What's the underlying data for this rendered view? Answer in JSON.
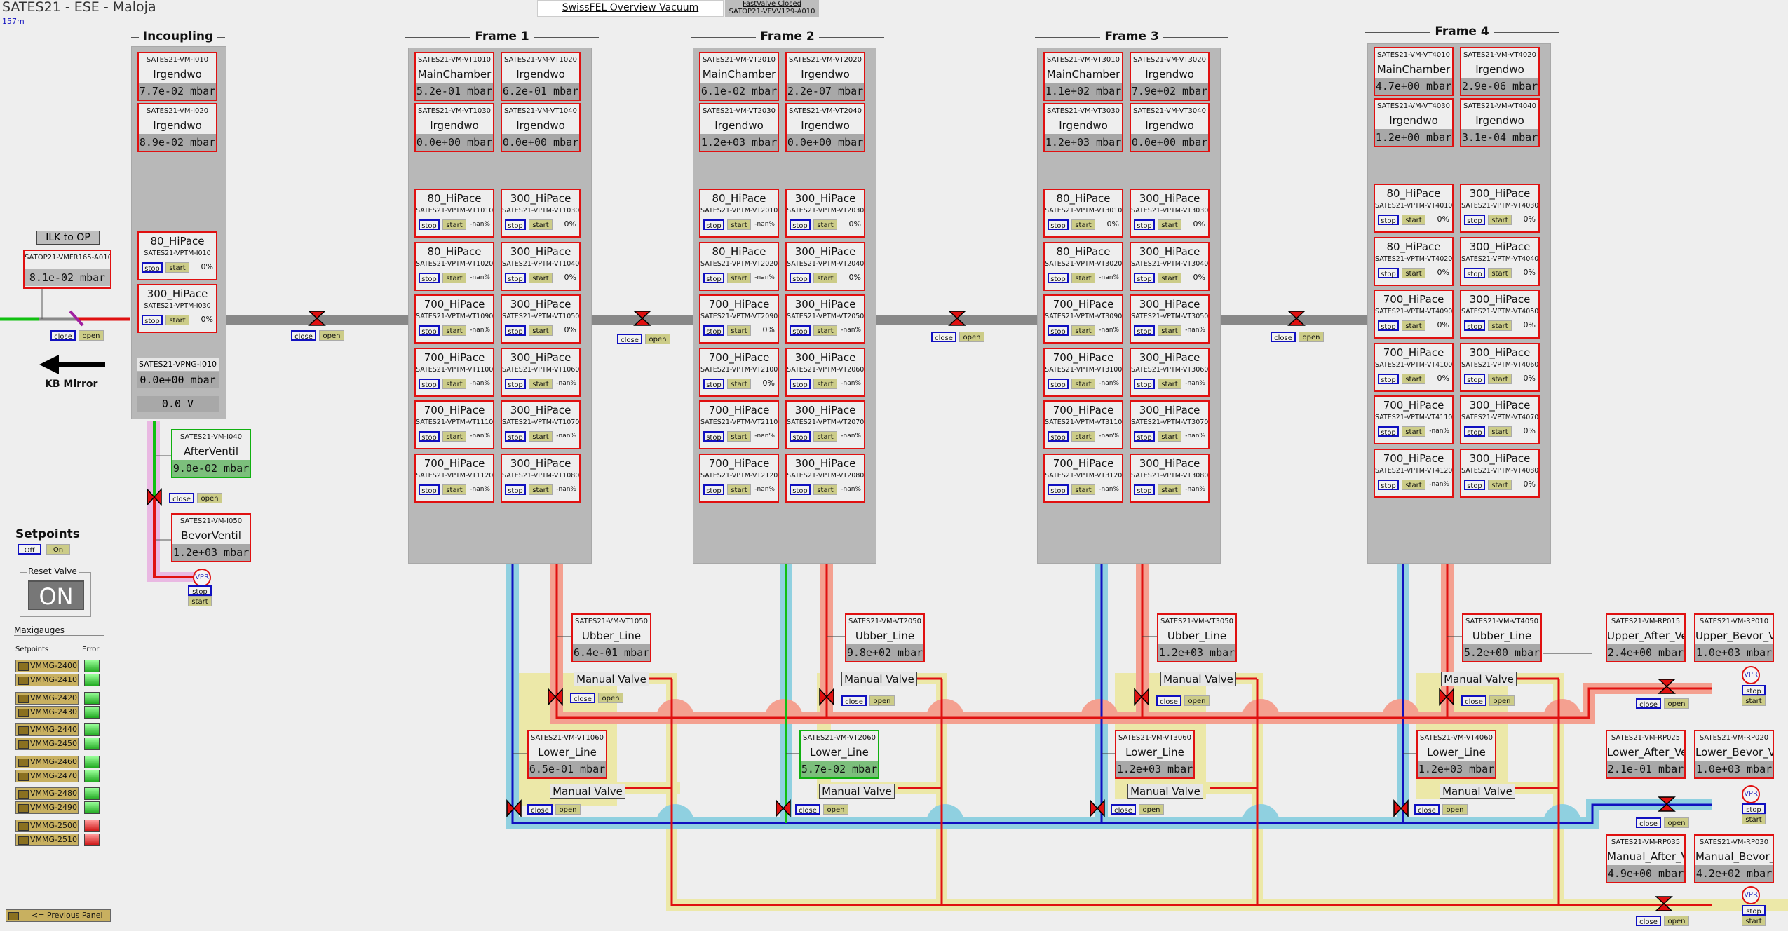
{
  "header": {
    "title": "SATES21 - ESE - Maloja",
    "subtitle": "157m",
    "overview_link": "SwissFEL Overview Vacuum",
    "fastvalve_status": "FastValve Closed",
    "fastvalve_id": "SATOP21-VFVV129-A010"
  },
  "sections": {
    "incoupling": "Incoupling",
    "frame1": "Frame 1",
    "frame2": "Frame 2",
    "frame3": "Frame 3",
    "frame4": "Frame 4"
  },
  "left": {
    "ilk_label": "ILK to OP",
    "satop_gauge": {
      "id": "SATOP21-VMFR165-A010",
      "value": "8.1e-02 mbar"
    },
    "kb_mirror": "KB Mirror",
    "setpoints_title": "Setpoints",
    "setpoints_off": "Off",
    "setpoints_on": "On",
    "reset_valve": "Reset Valve",
    "reset_value": "ON",
    "maxigauges_title": "Maxigauges",
    "col_setpoints": "Setpoints",
    "col_error": "Error",
    "previous_panel": "<= Previous Panel",
    "maxigauges": [
      "VMMG-2400",
      "VMMG-2410",
      "VMMG-2420",
      "VMMG-2430",
      "VMMG-2440",
      "VMMG-2450",
      "VMMG-2460",
      "VMMG-2470",
      "VMMG-2480",
      "VMMG-2490",
      "VMMG-2500",
      "VMMG-2510"
    ],
    "error_states": [
      "ok",
      "ok",
      "ok",
      "ok",
      "ok",
      "error"
    ]
  },
  "buttons": {
    "close": "close",
    "open": "open",
    "stop": "stop",
    "start": "start",
    "vpr": "VPR"
  },
  "incoupling": {
    "gauges": [
      {
        "id": "SATES21-VM-I010",
        "name": "Irgendwo",
        "value": "7.7e-02 mbar"
      },
      {
        "id": "SATES21-VM-I020",
        "name": "Irgendwo",
        "value": "8.9e-02 mbar"
      }
    ],
    "pumps": [
      {
        "name": "80_HiPace",
        "id": "SATES21-VPTM-I010",
        "pct": "0%"
      },
      {
        "name": "300_HiPace",
        "id": "SATES21-VPTM-I030",
        "pct": "0%"
      }
    ],
    "vpng": {
      "id": "SATES21-VPNG-I010",
      "value": "0.0e+00 mbar",
      "voltage": "0.0 V"
    },
    "afterventil": {
      "id": "SATES21-VM-I040",
      "name": "AfterVentil",
      "value": "9.0e-02 mbar"
    },
    "bevorventil": {
      "id": "SATES21-VM-I050",
      "name": "BevorVentil",
      "value": "1.2e+03 mbar"
    }
  },
  "frames": [
    {
      "gauges": [
        {
          "id": "SATES21-VM-VT1010",
          "name": "MainChamber",
          "value": "5.2e-01 mbar"
        },
        {
          "id": "SATES21-VM-VT1020",
          "name": "Irgendwo",
          "value": "6.2e-01 mbar"
        },
        {
          "id": "SATES21-VM-VT1030",
          "name": "Irgendwo",
          "value": "0.0e+00 mbar"
        },
        {
          "id": "SATES21-VM-VT1040",
          "name": "Irgendwo",
          "value": "0.0e+00 mbar"
        }
      ],
      "pumps": [
        {
          "name": "80_HiPace",
          "id": "SATES21-VPTM-VT1010",
          "pct": "-nan%"
        },
        {
          "name": "300_HiPace",
          "id": "SATES21-VPTM-VT1030",
          "pct": "0%"
        },
        {
          "name": "80_HiPace",
          "id": "SATES21-VPTM-VT1020",
          "pct": "-nan%"
        },
        {
          "name": "300_HiPace",
          "id": "SATES21-VPTM-VT1040",
          "pct": "0%"
        },
        {
          "name": "700_HiPace",
          "id": "SATES21-VPTM-VT1090",
          "pct": "-nan%"
        },
        {
          "name": "300_HiPace",
          "id": "SATES21-VPTM-VT1050",
          "pct": "0%"
        },
        {
          "name": "700_HiPace",
          "id": "SATES21-VPTM-VT1100",
          "pct": "-nan%"
        },
        {
          "name": "300_HiPace",
          "id": "SATES21-VPTM-VT1060",
          "pct": "-nan%"
        },
        {
          "name": "700_HiPace",
          "id": "SATES21-VPTM-VT1110",
          "pct": "-nan%"
        },
        {
          "name": "300_HiPace",
          "id": "SATES21-VPTM-VT1070",
          "pct": "-nan%"
        },
        {
          "name": "700_HiPace",
          "id": "SATES21-VPTM-VT1120",
          "pct": "-nan%"
        },
        {
          "name": "300_HiPace",
          "id": "SATES21-VPTM-VT1080",
          "pct": "-nan%"
        }
      ]
    },
    {
      "gauges": [
        {
          "id": "SATES21-VM-VT2010",
          "name": "MainChamber",
          "value": "6.1e-02 mbar"
        },
        {
          "id": "SATES21-VM-VT2020",
          "name": "Irgendwo",
          "value": "2.2e-07 mbar"
        },
        {
          "id": "SATES21-VM-VT2030",
          "name": "Irgendwo",
          "value": "1.2e+03 mbar"
        },
        {
          "id": "SATES21-VM-VT2040",
          "name": "Irgendwo",
          "value": "0.0e+00 mbar"
        }
      ],
      "pumps": [
        {
          "name": "80_HiPace",
          "id": "SATES21-VPTM-VT2010",
          "pct": "-nan%"
        },
        {
          "name": "300_HiPace",
          "id": "SATES21-VPTM-VT2030",
          "pct": "0%"
        },
        {
          "name": "80_HiPace",
          "id": "SATES21-VPTM-VT2020",
          "pct": "-nan%"
        },
        {
          "name": "300_HiPace",
          "id": "SATES21-VPTM-VT2040",
          "pct": "0%"
        },
        {
          "name": "700_HiPace",
          "id": "SATES21-VPTM-VT2090",
          "pct": "0%"
        },
        {
          "name": "300_HiPace",
          "id": "SATES21-VPTM-VT2050",
          "pct": "-nan%"
        },
        {
          "name": "700_HiPace",
          "id": "SATES21-VPTM-VT2100",
          "pct": "0%"
        },
        {
          "name": "300_HiPace",
          "id": "SATES21-VPTM-VT2060",
          "pct": "-nan%"
        },
        {
          "name": "700_HiPace",
          "id": "SATES21-VPTM-VT2110",
          "pct": "-nan%"
        },
        {
          "name": "300_HiPace",
          "id": "SATES21-VPTM-VT2070",
          "pct": "-nan%"
        },
        {
          "name": "700_HiPace",
          "id": "SATES21-VPTM-VT2120",
          "pct": "-nan%"
        },
        {
          "name": "300_HiPace",
          "id": "SATES21-VPTM-VT2080",
          "pct": "-nan%"
        }
      ]
    },
    {
      "gauges": [
        {
          "id": "SATES21-VM-VT3010",
          "name": "MainChamber",
          "value": "1.1e+02 mbar"
        },
        {
          "id": "SATES21-VM-VT3020",
          "name": "Irgendwo",
          "value": "7.9e+02 mbar"
        },
        {
          "id": "SATES21-VM-VT3030",
          "name": "Irgendwo",
          "value": "1.2e+03 mbar"
        },
        {
          "id": "SATES21-VM-VT3040",
          "name": "Irgendwo",
          "value": "0.0e+00 mbar"
        }
      ],
      "pumps": [
        {
          "name": "80_HiPace",
          "id": "SATES21-VPTM-VT3010",
          "pct": "0%"
        },
        {
          "name": "300_HiPace",
          "id": "SATES21-VPTM-VT3030",
          "pct": "0%"
        },
        {
          "name": "80_HiPace",
          "id": "SATES21-VPTM-VT3020",
          "pct": "-nan%"
        },
        {
          "name": "300_HiPace",
          "id": "SATES21-VPTM-VT3040",
          "pct": "0%"
        },
        {
          "name": "700_HiPace",
          "id": "SATES21-VPTM-VT3090",
          "pct": "-nan%"
        },
        {
          "name": "300_HiPace",
          "id": "SATES21-VPTM-VT3050",
          "pct": "-nan%"
        },
        {
          "name": "700_HiPace",
          "id": "SATES21-VPTM-VT3100",
          "pct": "-nan%"
        },
        {
          "name": "300_HiPace",
          "id": "SATES21-VPTM-VT3060",
          "pct": "-nan%"
        },
        {
          "name": "700_HiPace",
          "id": "SATES21-VPTM-VT3110",
          "pct": "-nan%"
        },
        {
          "name": "300_HiPace",
          "id": "SATES21-VPTM-VT3070",
          "pct": "-nan%"
        },
        {
          "name": "700_HiPace",
          "id": "SATES21-VPTM-VT3120",
          "pct": "-nan%"
        },
        {
          "name": "300_HiPace",
          "id": "SATES21-VPTM-VT3080",
          "pct": "-nan%"
        }
      ]
    },
    {
      "gauges": [
        {
          "id": "SATES21-VM-VT4010",
          "name": "MainChamber",
          "value": "4.7e+00 mbar"
        },
        {
          "id": "SATES21-VM-VT4020",
          "name": "Irgendwo",
          "value": "2.9e-06 mbar"
        },
        {
          "id": "SATES21-VM-VT4030",
          "name": "Irgendwo",
          "value": "1.2e+00 mbar"
        },
        {
          "id": "SATES21-VM-VT4040",
          "name": "Irgendwo",
          "value": "3.1e-04 mbar"
        }
      ],
      "pumps": [
        {
          "name": "80_HiPace",
          "id": "SATES21-VPTM-VT4010",
          "pct": "0%"
        },
        {
          "name": "300_HiPace",
          "id": "SATES21-VPTM-VT4030",
          "pct": "0%"
        },
        {
          "name": "80_HiPace",
          "id": "SATES21-VPTM-VT4020",
          "pct": "0%"
        },
        {
          "name": "300_HiPace",
          "id": "SATES21-VPTM-VT4040",
          "pct": "0%"
        },
        {
          "name": "700_HiPace",
          "id": "SATES21-VPTM-VT4090",
          "pct": "0%"
        },
        {
          "name": "300_HiPace",
          "id": "SATES21-VPTM-VT4050",
          "pct": "0%"
        },
        {
          "name": "700_HiPace",
          "id": "SATES21-VPTM-VT4100",
          "pct": "0%"
        },
        {
          "name": "300_HiPace",
          "id": "SATES21-VPTM-VT4060",
          "pct": "0%"
        },
        {
          "name": "700_HiPace",
          "id": "SATES21-VPTM-VT4110",
          "pct": "-nan%"
        },
        {
          "name": "300_HiPace",
          "id": "SATES21-VPTM-VT4070",
          "pct": "0%"
        },
        {
          "name": "700_HiPace",
          "id": "SATES21-VPTM-VT4120",
          "pct": "-nan%"
        },
        {
          "name": "300_HiPace",
          "id": "SATES21-VPTM-VT4080",
          "pct": "0%"
        }
      ]
    }
  ],
  "lines": {
    "ubber": [
      {
        "id": "SATES21-VM-VT1050",
        "name": "Ubber_Line",
        "value": "6.4e-01 mbar"
      },
      {
        "id": "SATES21-VM-VT2050",
        "name": "Ubber_Line",
        "value": "9.8e+02 mbar"
      },
      {
        "id": "SATES21-VM-VT3050",
        "name": "Ubber_Line",
        "value": "1.2e+03 mbar"
      },
      {
        "id": "SATES21-VM-VT4050",
        "name": "Ubber_Line",
        "value": "5.2e+00 mbar"
      }
    ],
    "lower": [
      {
        "id": "SATES21-VM-VT1060",
        "name": "Lower_Line",
        "value": "6.5e-01 mbar"
      },
      {
        "id": "SATES21-VM-VT2060",
        "name": "Lower_Line",
        "value": "5.7e-02 mbar"
      },
      {
        "id": "SATES21-VM-VT3060",
        "name": "Lower_Line",
        "value": "1.2e+03 mbar"
      },
      {
        "id": "SATES21-VM-VT4060",
        "name": "Lower_Line",
        "value": "1.2e+03 mbar"
      }
    ],
    "manual_valve": "Manual Valve"
  },
  "roughing": [
    {
      "id": "SATES21-VM-RP015",
      "name": "Upper_After_Ventil",
      "value": "2.4e+00 mbar"
    },
    {
      "id": "SATES21-VM-RP010",
      "name": "Upper_Bevor_Ventil",
      "value": "1.0e+03 mbar"
    },
    {
      "id": "SATES21-VM-RP025",
      "name": "Lower_After_Ventil",
      "value": "2.1e-01 mbar"
    },
    {
      "id": "SATES21-VM-RP020",
      "name": "Lower_Bevor_Ventil",
      "value": "1.0e+03 mbar"
    },
    {
      "id": "SATES21-VM-RP035",
      "name": "Manual_After_Ventil",
      "value": "4.9e+00 mbar"
    },
    {
      "id": "SATES21-VM-RP030",
      "name": "Manual_Bevor_Ventil",
      "value": "4.2e+02 mbar"
    }
  ],
  "colors": {
    "alarm": "#e01010",
    "ok": "#10b010",
    "beamline": "#888888",
    "upper_line": "#f4a090",
    "lower_line": "#8fd0e0",
    "manual_line": "#ece8a8",
    "link_blue": "#1010c0"
  }
}
